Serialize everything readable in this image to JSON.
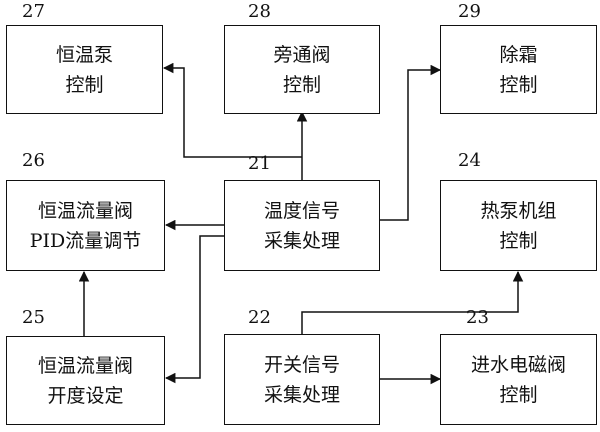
{
  "blocks": {
    "b27": {
      "number": "27",
      "line1": "恒温泵",
      "line2": "控制"
    },
    "b28": {
      "number": "28",
      "line1": "旁通阀",
      "line2": "控制"
    },
    "b29": {
      "number": "29",
      "line1": "除霜",
      "line2": "控制"
    },
    "b26": {
      "number": "26",
      "line1": "恒温流量阀",
      "line2": "PID流量调节"
    },
    "b21": {
      "number": "21",
      "line1": "温度信号",
      "line2": "采集处理"
    },
    "b24": {
      "number": "24",
      "line1": "热泵机组",
      "line2": "控制"
    },
    "b25": {
      "number": "25",
      "line1": "恒温流量阀",
      "line2": "开度设定"
    },
    "b22": {
      "number": "22",
      "line1": "开关信号",
      "line2": "采集处理"
    },
    "b23": {
      "number": "23",
      "line1": "进水电磁阀",
      "line2": "控制"
    }
  }
}
